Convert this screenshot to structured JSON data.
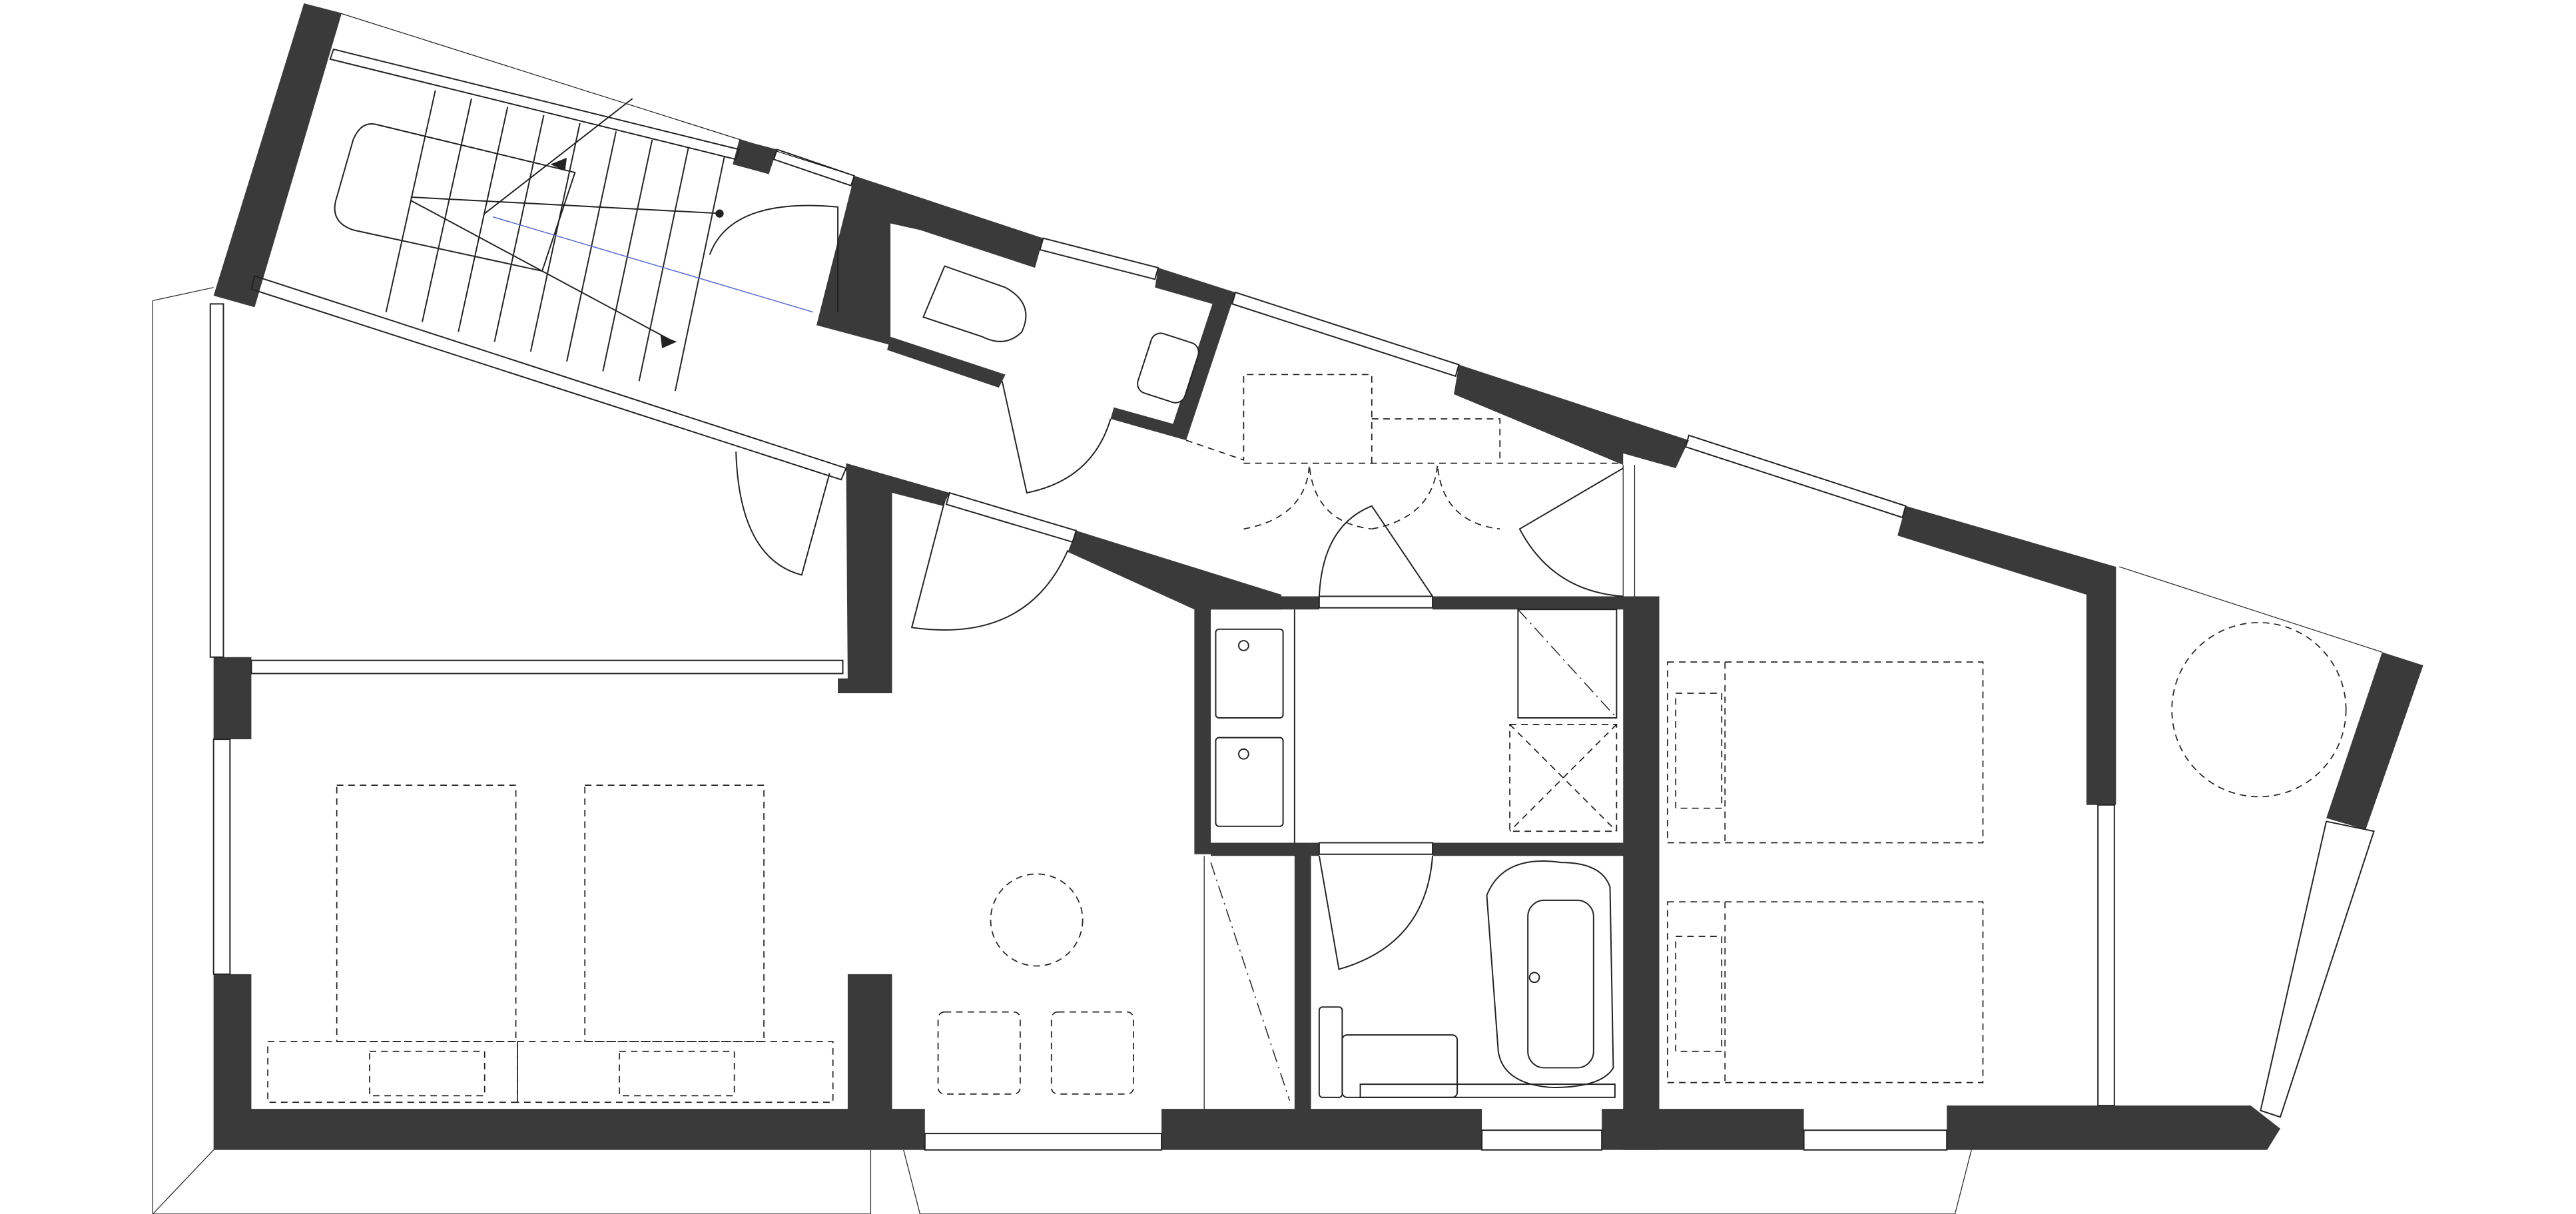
{
  "plan": {
    "colors": {
      "wall": "#3a3a3a",
      "line": "#222222",
      "stair_guide": "#5566cc",
      "background": "#ffffff"
    },
    "rooms": [
      "stair",
      "wc",
      "hall",
      "bedroom-left",
      "living",
      "bathroom",
      "shower-room",
      "bedroom-right",
      "balcony"
    ]
  }
}
